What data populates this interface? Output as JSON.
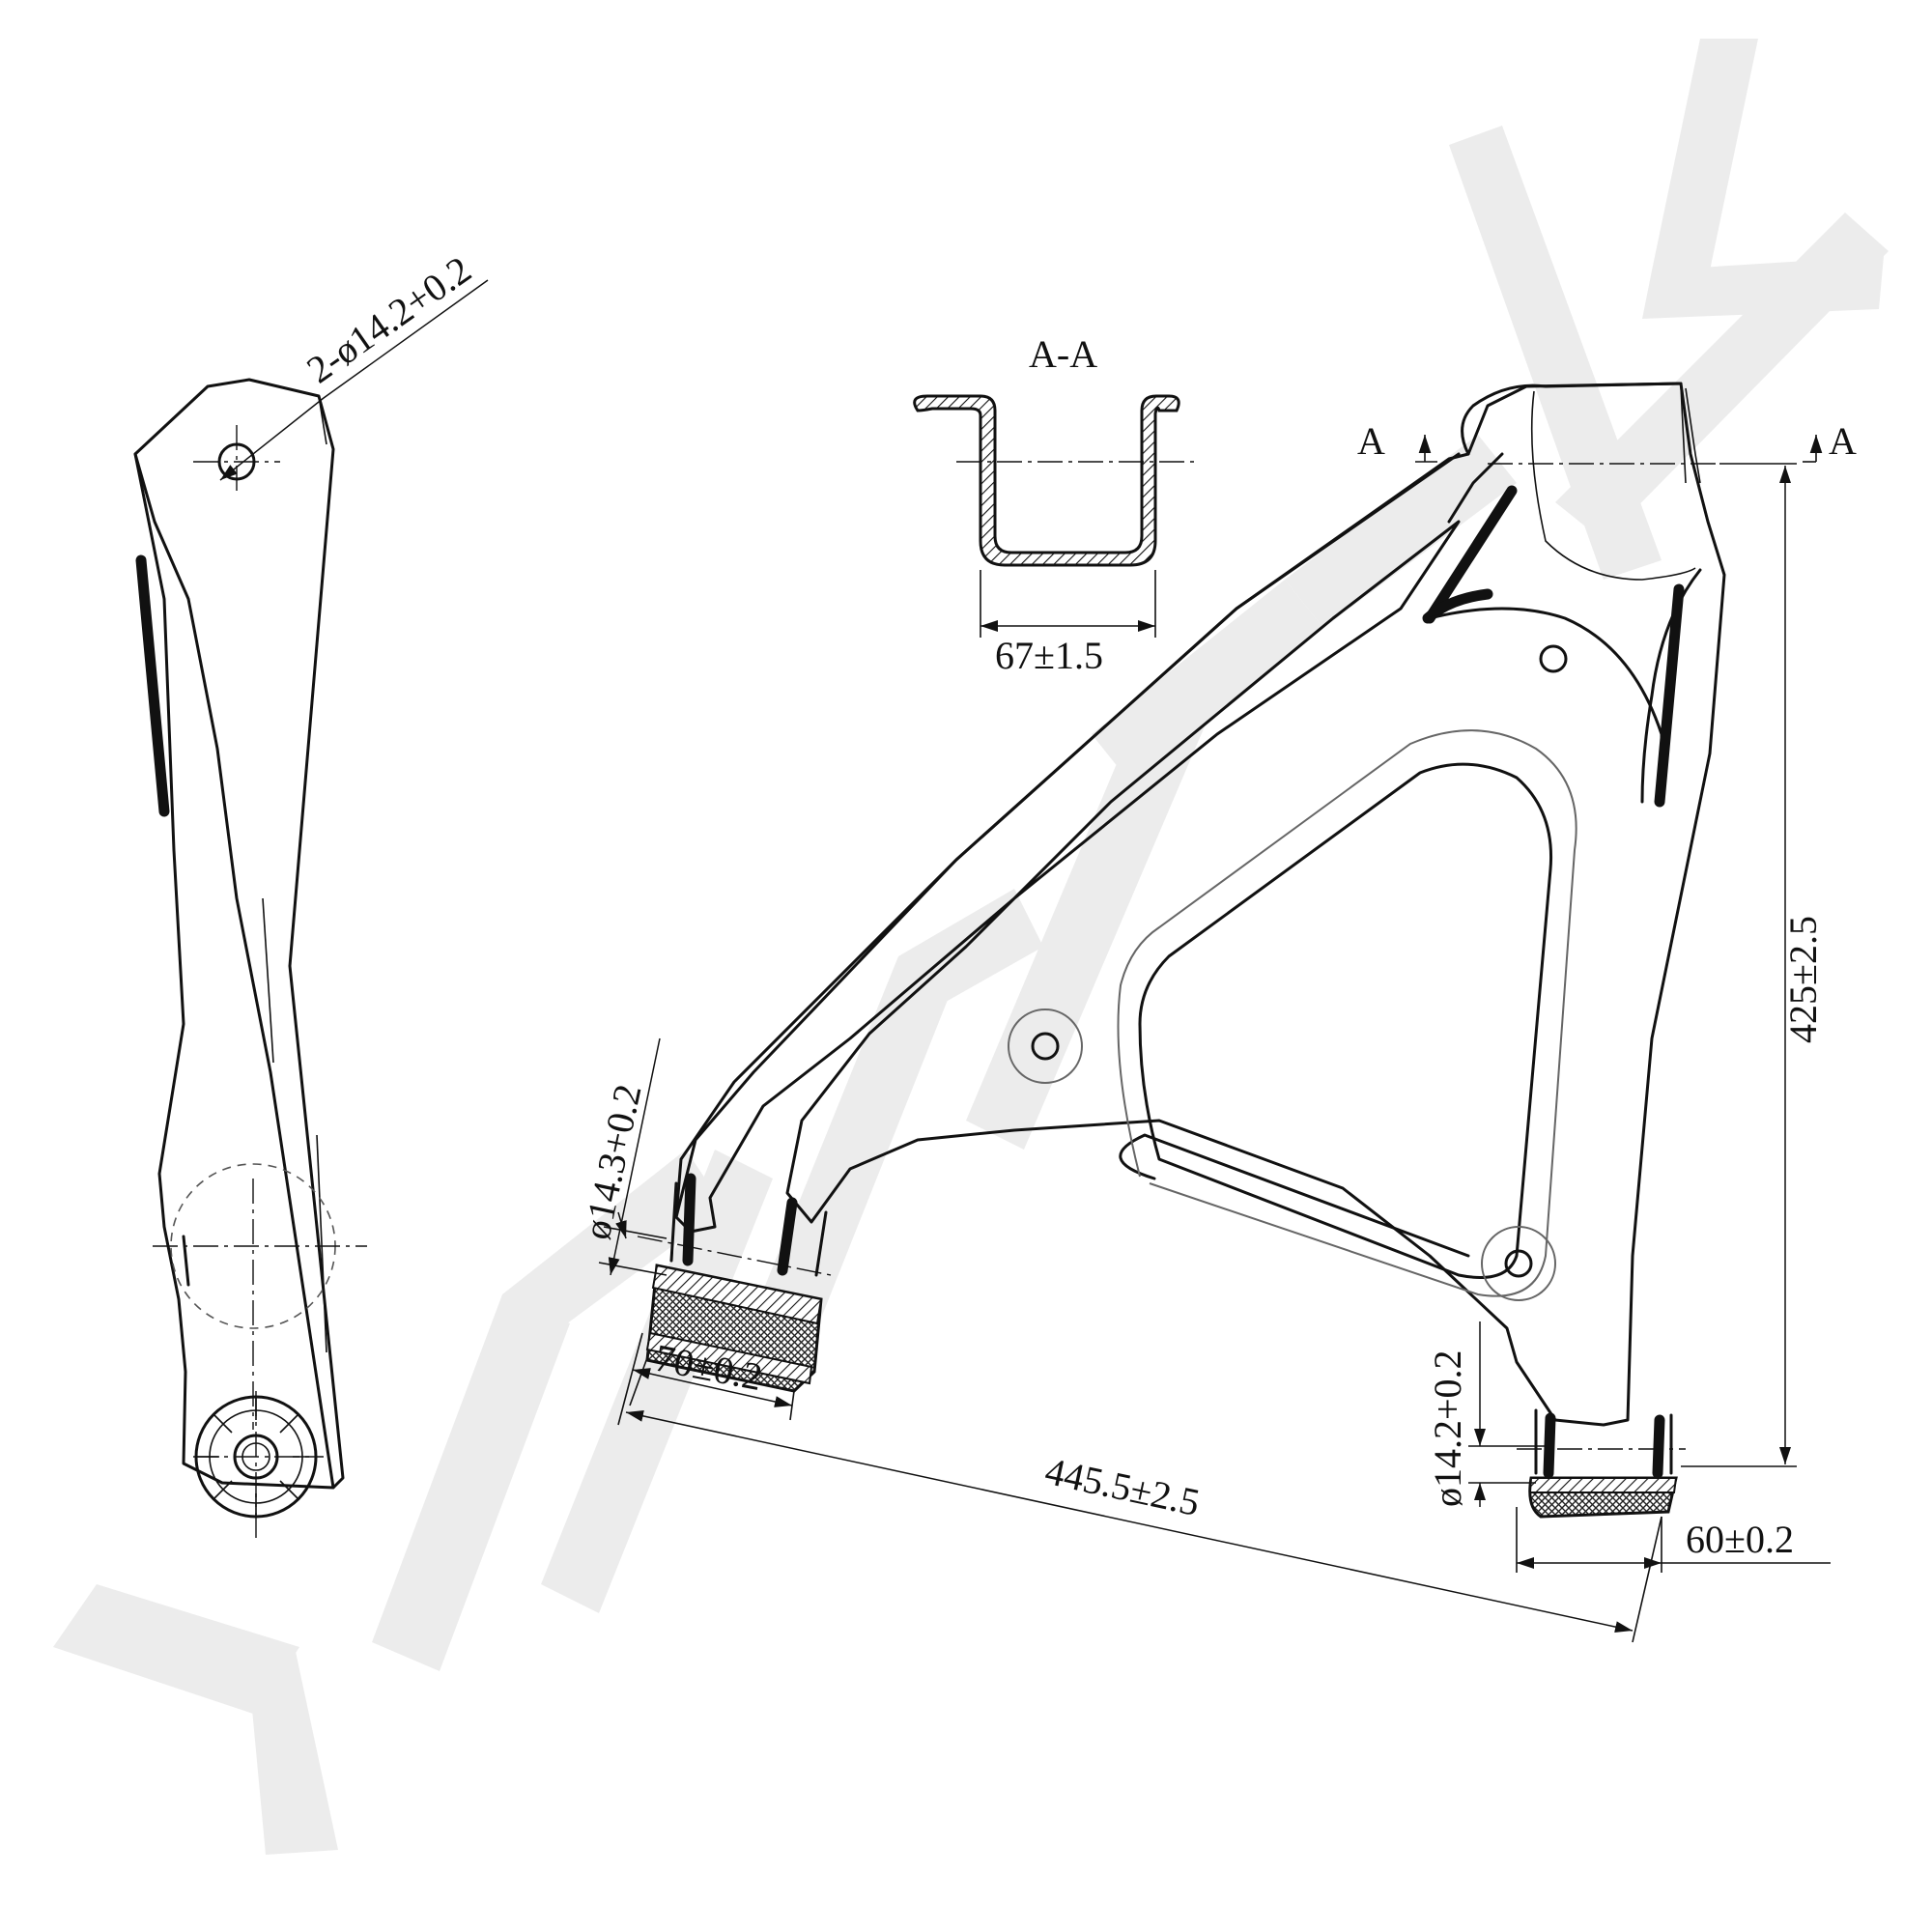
{
  "drawing": {
    "side_view": {
      "hole_dim": "2-ø14.2+0.2"
    },
    "section": {
      "title": "A-A",
      "width_dim": "67±1.5"
    },
    "front_view": {
      "section_mark_left": "A",
      "section_mark_right": "A",
      "height_dim": "425±2.5",
      "length_dim": "445.5±2.5",
      "left_bushing_dia": "ø14.3+0.2",
      "left_bushing_width": "70±0.2",
      "right_bushing_dia": "ø14.2+0.2",
      "right_bushing_width": "60±0.2"
    }
  }
}
